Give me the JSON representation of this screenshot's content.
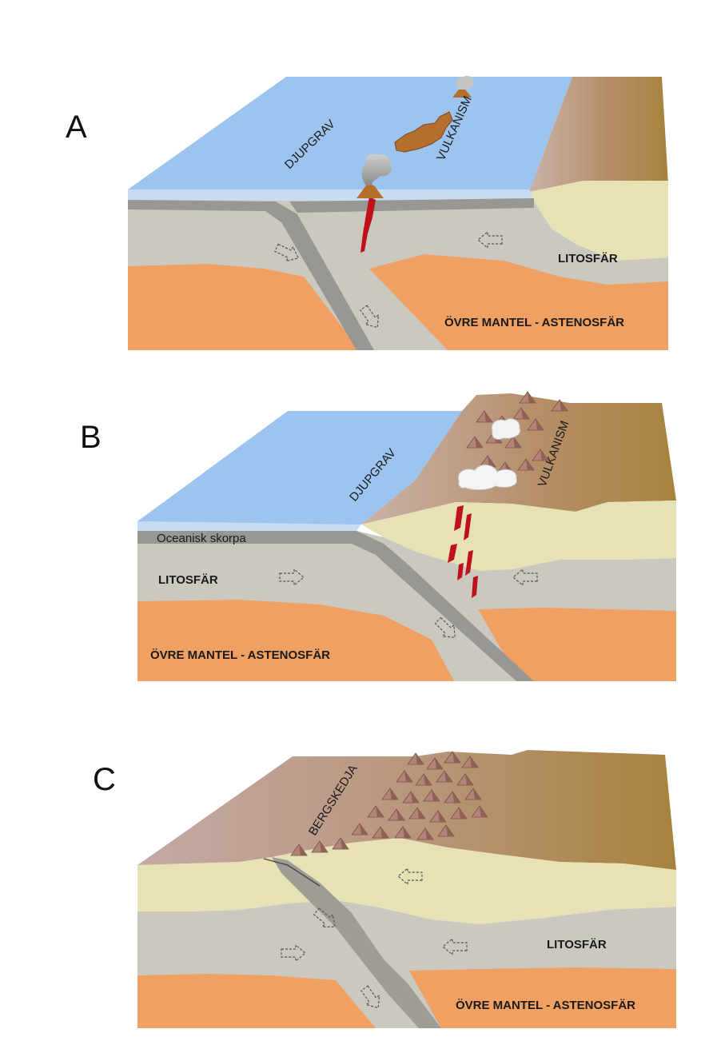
{
  "colors": {
    "ocean": "#9dc3ef",
    "ocean_side": "#c7dcf2",
    "lithosphere": "#cbc8c0",
    "crust": "#999791",
    "asthenosphere": "#f0a062",
    "continent_crust": "#e6e2b5",
    "land_light": "#c4a99a",
    "land_dark": "#a7823d",
    "magma": "#c0101a"
  },
  "panels": {
    "a": {
      "letter": "A",
      "trench": "DJUPGRAV",
      "volcanism": "VULKANISM",
      "lithosphere": "LITOSFÄR",
      "mantle": "ÖVRE MANTEL - ASTENOSFÄR"
    },
    "b": {
      "letter": "B",
      "trench": "DJUPGRAV",
      "volcanism": "VULKANISM",
      "oceanic_crust": "Oceanisk skorpa",
      "lithosphere": "LITOSFÄR",
      "mantle": "ÖVRE MANTEL - ASTENOSFÄR"
    },
    "c": {
      "letter": "C",
      "mountains": "BERGSKEDJA",
      "lithosphere": "LITOSFÄR",
      "mantle": "ÖVRE MANTEL - ASTENOSFÄR"
    }
  }
}
